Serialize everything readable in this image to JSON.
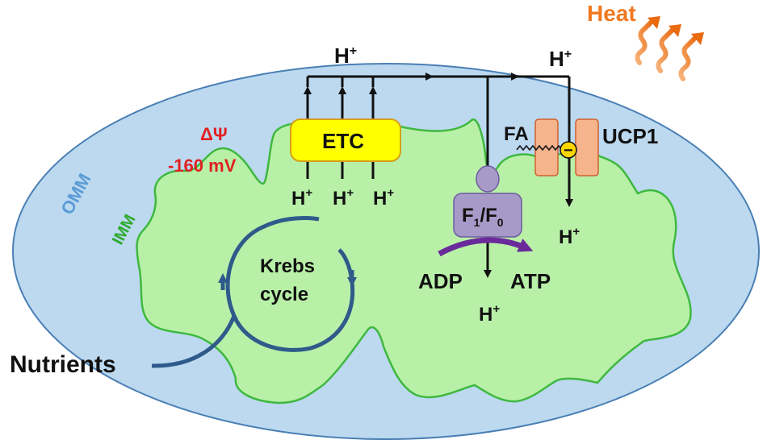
{
  "diagram": {
    "heat_label": "Heat",
    "membranes": {
      "omm_label": "OMM",
      "imm_label": "IMM"
    },
    "membrane_potential": {
      "symbol": "ΔΨ",
      "value": "-160 mV"
    },
    "etc_label": "ETC",
    "proton": {
      "base": "H",
      "charge": "+"
    },
    "atp_synthase": {
      "f": "F",
      "sub1": "1",
      "slash": "/F",
      "sub0": "0"
    },
    "adp_label": "ADP",
    "atp_label": "ATP",
    "fa_label": "FA",
    "ucp1_label": "UCP1",
    "ucp1_charge": "−",
    "krebs": {
      "line1": "Krebs",
      "line2": "cycle"
    },
    "nutrients_label": "Nutrients",
    "colors": {
      "omm_fill": "#bcd9f0",
      "omm_text": "#5b9bd5",
      "imm_fill": "#b8f0a8",
      "imm_stroke": "#3fb83f",
      "imm_text": "#2eaa2e",
      "etc_fill": "#ffff00",
      "etc_stroke": "#d4a017",
      "potential_text": "#e02020",
      "heat": "#f07820",
      "synthase_fill": "#a89ac8",
      "synthase_arrow": "#6a2a9a",
      "ucp1_fill": "#f5b48c",
      "ucp1_stroke": "#d06030",
      "krebs_cycle": "#2f5a8a"
    }
  }
}
